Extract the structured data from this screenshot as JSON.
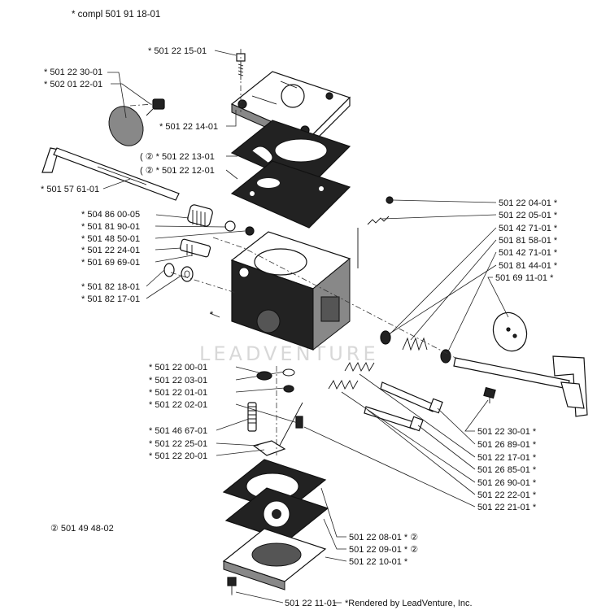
{
  "header": {
    "text": "* compl 501 91 18-01"
  },
  "watermark": "LEADVENTURE",
  "credit": "*Rendered by LeadVenture, Inc.",
  "legend": {
    "text": "② 501 49 48-02"
  },
  "labels": {
    "l_501221501": "* 501 22 15-01",
    "l_501223001a": "* 501 22 30-01",
    "l_502012201": "* 502 01 22-01",
    "l_501221401": "* 501 22 14-01",
    "l_501221301": "( ② * 501 22 13-01",
    "l_501221201": "( ② * 501 22 12-01",
    "l_501576101": "* 501 57 61-01",
    "l_504860005": "* 504 86 00-05",
    "l_501819001": "* 501 81 90-01",
    "l_501485001": "* 501 48 50-01",
    "l_501222401": "* 501 22 24-01",
    "l_501696901": "* 501 69 69-01",
    "l_501821801": "* 501 82 18-01",
    "l_501821701": "* 501 82 17-01",
    "l_501220001": "* 501 22 00-01",
    "l_501220301": "* 501 22 03-01",
    "l_501220101": "* 501 22 01-01",
    "l_501220201": "* 501 22 02-01",
    "l_501466701": "* 501 46 67-01",
    "l_501222501": "* 501 22 25-01",
    "l_501222001": "* 501 22 20-01",
    "r_501220401": "501 22 04-01 *",
    "r_501220501": "501 22 05-01 *",
    "r_501427101a": "501 42 71-01 *",
    "r_501815801": "501 81 58-01 *",
    "r_501427101b": "501 42 71-01 *",
    "r_501814401": "501 81 44-01 *",
    "r_501691101": "501 69 11-01 *",
    "r_501223001b": "501 22 30-01 *",
    "r_501268901": "501 26 89-01 *",
    "r_501221701": "501 22 17-01 *",
    "r_501268501": "501 26 85-01 *",
    "r_501269001": "501 26 90-01 *",
    "r_501222201": "501 22 22-01 *",
    "r_501222101": "501 22 21-01 *",
    "r_501220801": "501 22 08-01 * ②",
    "r_501220901": "501 22 09-01 * ②",
    "r_501221001": "501 22 10-01 *",
    "b_501221101": "501 22 11-01"
  },
  "icons": [
    "screw-icon",
    "pump-cover-icon",
    "gasket-icon",
    "diaphragm-icon",
    "carburetor-body-icon",
    "choke-shaft-icon",
    "throttle-shaft-icon",
    "valve-disc-icon",
    "spring-icon",
    "needle-icon",
    "metering-lever-icon",
    "filter-screen-icon"
  ]
}
